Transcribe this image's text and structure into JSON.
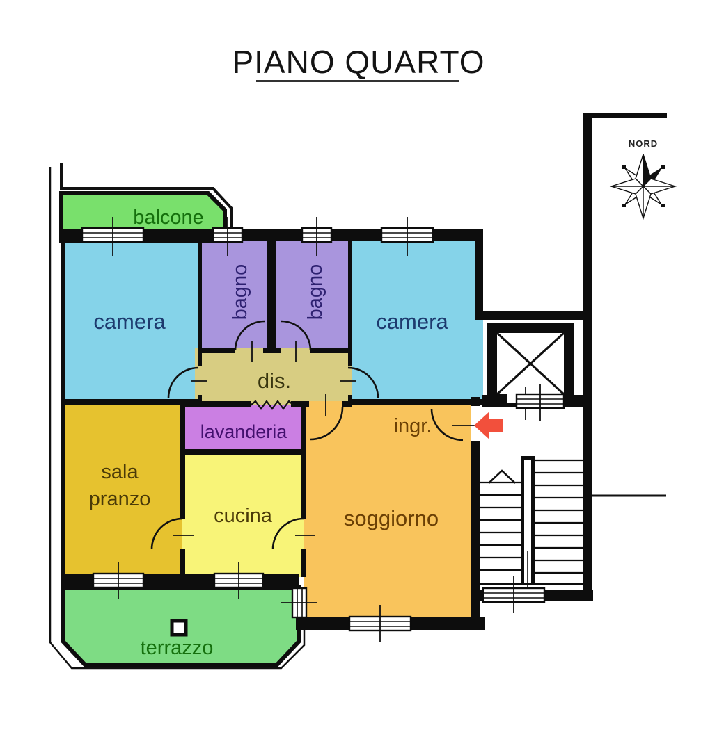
{
  "title": {
    "text": "PIANO QUARTO"
  },
  "compass": {
    "label": "NORD"
  },
  "rooms": {
    "balcone": {
      "label": "balcone",
      "color": "#79e06c",
      "text_color": "#15700d"
    },
    "camera_left": {
      "label": "camera",
      "color": "#85d3e9",
      "text_color": "#1d3a6e"
    },
    "bagno_1": {
      "label": "bagno",
      "color": "#a995dd",
      "text_color": "#2d2070"
    },
    "bagno_2": {
      "label": "bagno",
      "color": "#a995dd",
      "text_color": "#2d2070"
    },
    "camera_right": {
      "label": "camera",
      "color": "#85d3e9",
      "text_color": "#1d3a6e"
    },
    "dis": {
      "label": "dis.",
      "color": "#d8cd82",
      "text_color": "#38350f"
    },
    "lavanderia": {
      "label": "lavanderia",
      "color": "#cb7fe3",
      "text_color": "#43106e"
    },
    "sala_pranzo": {
      "label_line_1": "sala",
      "label_line_2": "pranzo",
      "color": "#e6c22f",
      "text_color": "#4a3a08"
    },
    "cucina": {
      "label": "cucina",
      "color": "#f8f478",
      "text_color": "#4a3a08"
    },
    "soggiorno": {
      "label": "soggiorno",
      "color": "#f9c45c",
      "text_color": "#6b4005"
    },
    "ingresso": {
      "label": "ingr.",
      "color": "#f9c45c",
      "text_color": "#6b4005"
    },
    "terrazzo": {
      "label": "terrazzo",
      "color": "#7edc84",
      "text_color": "#15700d"
    }
  },
  "colors": {
    "wall": "#0d0d0d",
    "entrance_arrow": "#f2503c",
    "background": "#ffffff"
  }
}
